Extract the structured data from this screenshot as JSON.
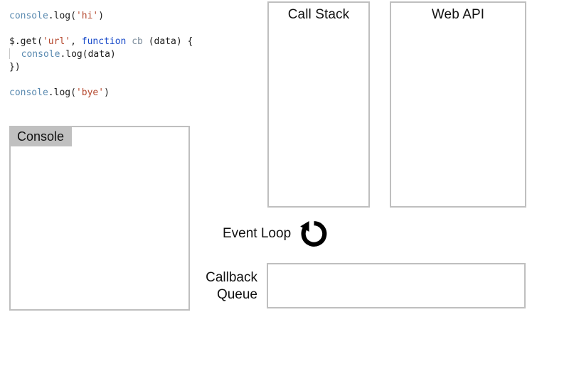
{
  "editor": {
    "lines": [
      {
        "tokens": [
          {
            "t": "console",
            "c": "obj"
          },
          {
            "t": ".log(",
            "c": "punct"
          },
          {
            "t": "'hi'",
            "c": "string"
          },
          {
            "t": ")",
            "c": "punct"
          }
        ]
      },
      {
        "tokens": []
      },
      {
        "tokens": [
          {
            "t": "$.get(",
            "c": "plain"
          },
          {
            "t": "'url'",
            "c": "string"
          },
          {
            "t": ", ",
            "c": "plain"
          },
          {
            "t": "function",
            "c": "kw"
          },
          {
            "t": " ",
            "c": "plain"
          },
          {
            "t": "cb",
            "c": "fnname"
          },
          {
            "t": " (data) {",
            "c": "plain"
          }
        ]
      },
      {
        "indent": true,
        "tokens": [
          {
            "t": "  console",
            "c": "obj"
          },
          {
            "t": ".log(data)",
            "c": "punct"
          }
        ]
      },
      {
        "tokens": [
          {
            "t": "})",
            "c": "plain"
          }
        ]
      },
      {
        "tokens": []
      },
      {
        "tokens": [
          {
            "t": "console",
            "c": "obj"
          },
          {
            "t": ".log(",
            "c": "punct"
          },
          {
            "t": "'bye'",
            "c": "string"
          },
          {
            "t": ")",
            "c": "punct"
          }
        ]
      }
    ]
  },
  "call_stack": {
    "title": "Call Stack",
    "frames": []
  },
  "web_api": {
    "title": "Web API",
    "tasks": []
  },
  "console": {
    "tab_label": "Console",
    "output": ""
  },
  "event_loop": {
    "label": "Event Loop",
    "icon": "rotate-arrow-icon"
  },
  "callback_queue": {
    "label_line1": "Callback",
    "label_line2": "Queue",
    "items": []
  },
  "colors": {
    "border": "#bfbfbf",
    "tab_background": "#c0c0c0",
    "text": "#111111",
    "code_object": "#5a8ab0",
    "code_string": "#b5482e",
    "code_keyword": "#1749c9",
    "code_function_name": "#7d8d9c",
    "code_plain": "#1b1b1b",
    "background": "#ffffff"
  }
}
